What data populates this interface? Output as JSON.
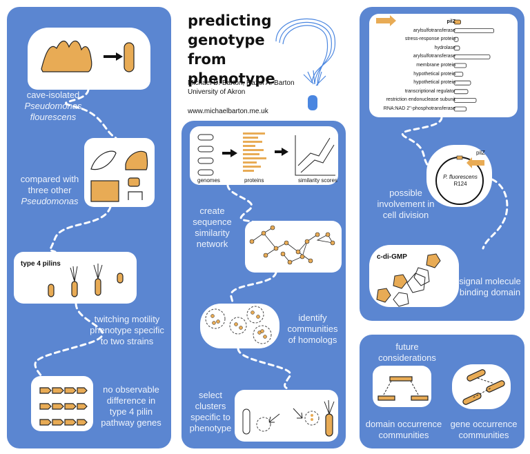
{
  "title": "predicting genotype from phenotype",
  "title_lines": [
    "predicting",
    "genotype from",
    "phenotype"
  ],
  "authors": "Michael D. Barton, Hazel A. Barton",
  "affiliation": "University of Akron",
  "url": "www.michaelbarton.me.uk",
  "colors": {
    "panel": "#5b86d1",
    "accent": "#e8ab55",
    "text_on_panel": "#eef3fb"
  },
  "left": {
    "cave_line1": "cave-isolated",
    "cave_line2": "Pseudomonas",
    "cave_line3": "flourescens",
    "compared_line1": "compared with",
    "compared_line2": "three other",
    "compared_line3": "Pseudomonas",
    "pilins_label": "type 4 pilins",
    "twitching_line1": "twitching motility",
    "twitching_line2": "phenotype specific",
    "twitching_line3": "to two strains",
    "noobs_line1": "no observable",
    "noobs_line2": "difference in",
    "noobs_line3": "type 4 pilin",
    "noobs_line4": "pathway genes"
  },
  "middle": {
    "genomes": "genomes",
    "proteins": "proteins",
    "similarity_scores": "similarity scores",
    "create_line1": "create",
    "create_line2": "sequence",
    "create_line3": "similarity",
    "create_line4": "network",
    "identify_line1": "identify",
    "identify_line2": "communities",
    "identify_line3": "of homologs",
    "select_line1": "select",
    "select_line2": "clusters",
    "select_line3": "specific to",
    "select_line4": "phenotype"
  },
  "right": {
    "gene_list": [
      "pilZ",
      "arylsulfotransferase",
      "stress-response protein",
      "hydrolase",
      "arylsulfotransferase",
      "membrane protein",
      "hypothetical protein",
      "hypothetical protein",
      "transcriptional regulator",
      "restriction endonuclease subunit",
      "RNA:NAD 2''-phosphotransferase"
    ],
    "gene_lengths": [
      0.12,
      0.72,
      0.05,
      0.1,
      0.65,
      0.22,
      0.16,
      0.3,
      0.25,
      0.4,
      0.22
    ],
    "plasmid_gene": "pilZ",
    "organism_line1": "P. fluorescens",
    "organism_line2": "R124",
    "possible_line1": "possible",
    "possible_line2": "involvement in",
    "possible_line3": "cell division",
    "cdigmp": "c-di-GMP",
    "signal_line1": "signal molecule",
    "signal_line2": "binding domain"
  },
  "future": {
    "heading": "future considerations",
    "domain_line1": "domain occurrence",
    "domain_line2": "communities",
    "gene_line1": "gene occurrence",
    "gene_line2": "communities"
  }
}
